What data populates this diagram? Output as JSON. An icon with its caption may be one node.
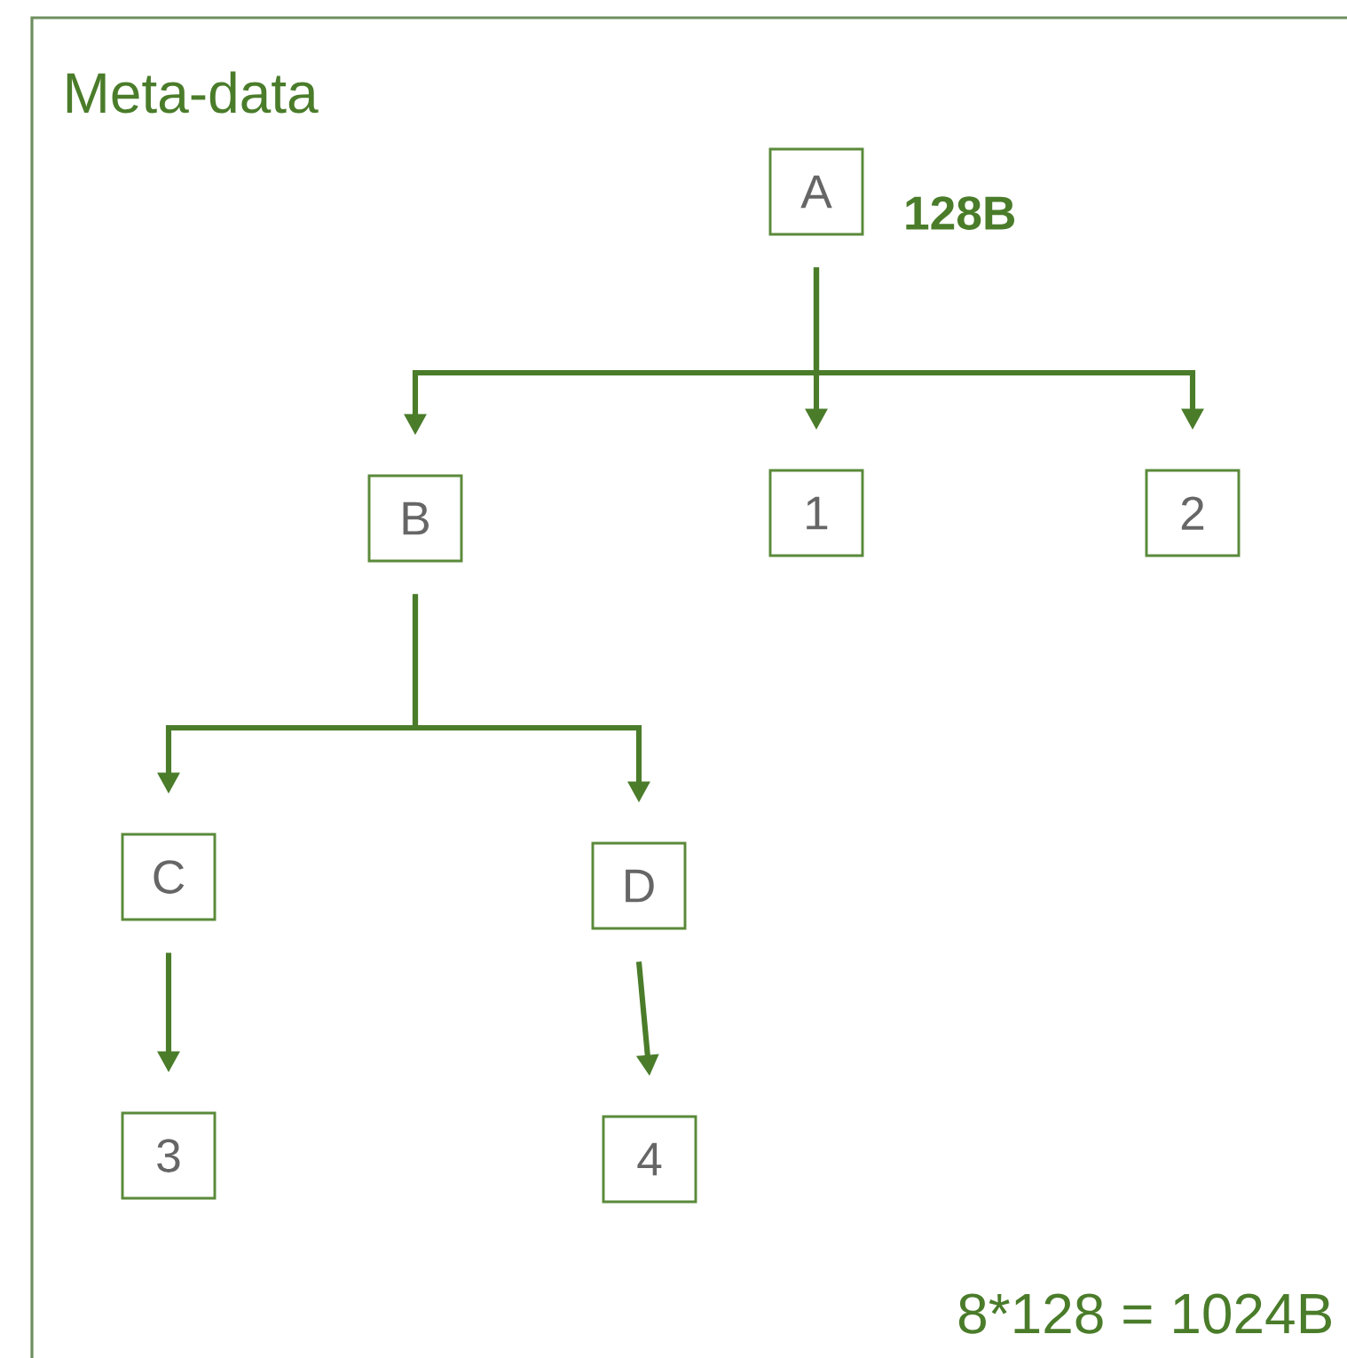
{
  "diagram": {
    "title": "Meta-data",
    "nodes": [
      {
        "text": [
          "A"
        ],
        "beside": [
          "128B"
        ]
      },
      {
        "text": [
          "B"
        ]
      },
      {
        "text": [
          "1"
        ]
      },
      {
        "text": [
          "2"
        ]
      },
      {
        "text": [
          "C"
        ]
      },
      {
        "text": [
          "D"
        ]
      },
      {
        "text": [
          "3"
        ]
      },
      {
        "text": [
          "4"
        ]
      }
    ],
    "edges": [
      {
        "from": 0,
        "to": 1,
        "arrow": "to"
      },
      {
        "from": 0,
        "to": 2,
        "arrow": "to"
      },
      {
        "from": 0,
        "to": 3,
        "arrow": "to"
      },
      {
        "from": 1,
        "to": 4,
        "arrow": "to"
      },
      {
        "from": 1,
        "to": 5,
        "arrow": "to"
      },
      {
        "from": 4,
        "to": 6,
        "arrow": "to"
      },
      {
        "from": 5,
        "to": 7,
        "arrow": "to"
      }
    ],
    "labels": [
      "8*128 = 1024B"
    ]
  }
}
